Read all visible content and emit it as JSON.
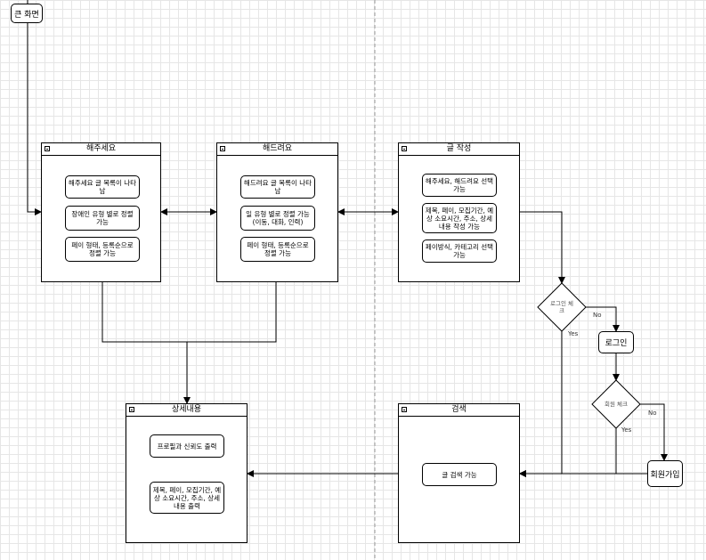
{
  "start": "큰 화면",
  "groups": {
    "help": {
      "title": "해주세요",
      "items": [
        "해주세요 글 목록이 나타남",
        "장애인 유형 별로 정렬 가능",
        "페이 형태, 등록순으로 정렬 가능"
      ]
    },
    "offer": {
      "title": "해드려요",
      "items": [
        "해드려요 글 목록이 나타남",
        "일 유형 별로 정렬 가능 (이동, 대화, 인력)",
        "페이 형태, 등록순으로 정렬 가능"
      ]
    },
    "write": {
      "title": "글 작성",
      "items": [
        "해주세요, 해드려요 선택 가능",
        "제목, 페이, 모집기간, 예상 소요시간, 주소, 상세내용 작성 가능",
        "페이방식, 카테고리 선택가능"
      ]
    },
    "detail": {
      "title": "상세내용",
      "items": [
        "프로필과 신뢰도 출력",
        "제목, 페이, 모집기간, 예상 소요시간, 주소, 상세내용 출력"
      ]
    },
    "search": {
      "title": "검색",
      "items": [
        "글 검색 가능"
      ]
    }
  },
  "decisions": {
    "login_check": "로그인 체크",
    "member_check": "회원 체크"
  },
  "nodes": {
    "login": "로그인",
    "signup": "회원가입"
  },
  "edge_labels": {
    "no1": "No",
    "yes1": "Yes",
    "no2": "No",
    "yes2": "Yes"
  }
}
